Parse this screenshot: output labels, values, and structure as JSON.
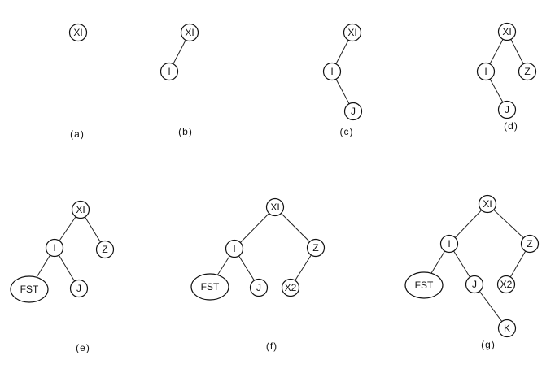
{
  "figure": {
    "trees": [
      {
        "caption": "(a)",
        "nodes": [
          {
            "id": "n1",
            "label": "XI"
          }
        ],
        "edges": []
      },
      {
        "caption": "(b)",
        "nodes": [
          {
            "id": "n1",
            "label": "XI"
          },
          {
            "id": "n2",
            "label": "I"
          }
        ],
        "edges": [
          [
            "n1",
            "n2"
          ]
        ]
      },
      {
        "caption": "(c)",
        "nodes": [
          {
            "id": "n1",
            "label": "XI"
          },
          {
            "id": "n2",
            "label": "I"
          },
          {
            "id": "n3",
            "label": "J"
          }
        ],
        "edges": [
          [
            "n1",
            "n2"
          ],
          [
            "n2",
            "n3"
          ]
        ]
      },
      {
        "caption": "(d)",
        "nodes": [
          {
            "id": "n1",
            "label": "XI"
          },
          {
            "id": "n2",
            "label": "I"
          },
          {
            "id": "n3",
            "label": "Z"
          },
          {
            "id": "n4",
            "label": "J"
          }
        ],
        "edges": [
          [
            "n1",
            "n2"
          ],
          [
            "n1",
            "n3"
          ],
          [
            "n2",
            "n4"
          ]
        ]
      },
      {
        "caption": "(e)",
        "nodes": [
          {
            "id": "n1",
            "label": "XI"
          },
          {
            "id": "n2",
            "label": "I"
          },
          {
            "id": "n3",
            "label": "Z"
          },
          {
            "id": "n4",
            "label": "FST",
            "shape": "ellipse"
          },
          {
            "id": "n5",
            "label": "J"
          }
        ],
        "edges": [
          [
            "n1",
            "n2"
          ],
          [
            "n1",
            "n3"
          ],
          [
            "n2",
            "n4"
          ],
          [
            "n2",
            "n5"
          ]
        ]
      },
      {
        "caption": "(f)",
        "nodes": [
          {
            "id": "n1",
            "label": "XI"
          },
          {
            "id": "n2",
            "label": "I"
          },
          {
            "id": "n3",
            "label": "Z"
          },
          {
            "id": "n4",
            "label": "FST",
            "shape": "ellipse"
          },
          {
            "id": "n5",
            "label": "J"
          },
          {
            "id": "n6",
            "label": "X2"
          }
        ],
        "edges": [
          [
            "n1",
            "n2"
          ],
          [
            "n1",
            "n3"
          ],
          [
            "n2",
            "n4"
          ],
          [
            "n2",
            "n5"
          ],
          [
            "n3",
            "n6"
          ]
        ]
      },
      {
        "caption": "(g)",
        "nodes": [
          {
            "id": "n1",
            "label": "XI"
          },
          {
            "id": "n2",
            "label": "I"
          },
          {
            "id": "n3",
            "label": "Z"
          },
          {
            "id": "n4",
            "label": "FST",
            "shape": "ellipse"
          },
          {
            "id": "n5",
            "label": "J"
          },
          {
            "id": "n6",
            "label": "X2"
          },
          {
            "id": "n7",
            "label": "K"
          }
        ],
        "edges": [
          [
            "n1",
            "n2"
          ],
          [
            "n1",
            "n3"
          ],
          [
            "n2",
            "n4"
          ],
          [
            "n2",
            "n5"
          ],
          [
            "n3",
            "n6"
          ],
          [
            "n5",
            "n7"
          ]
        ]
      }
    ]
  }
}
